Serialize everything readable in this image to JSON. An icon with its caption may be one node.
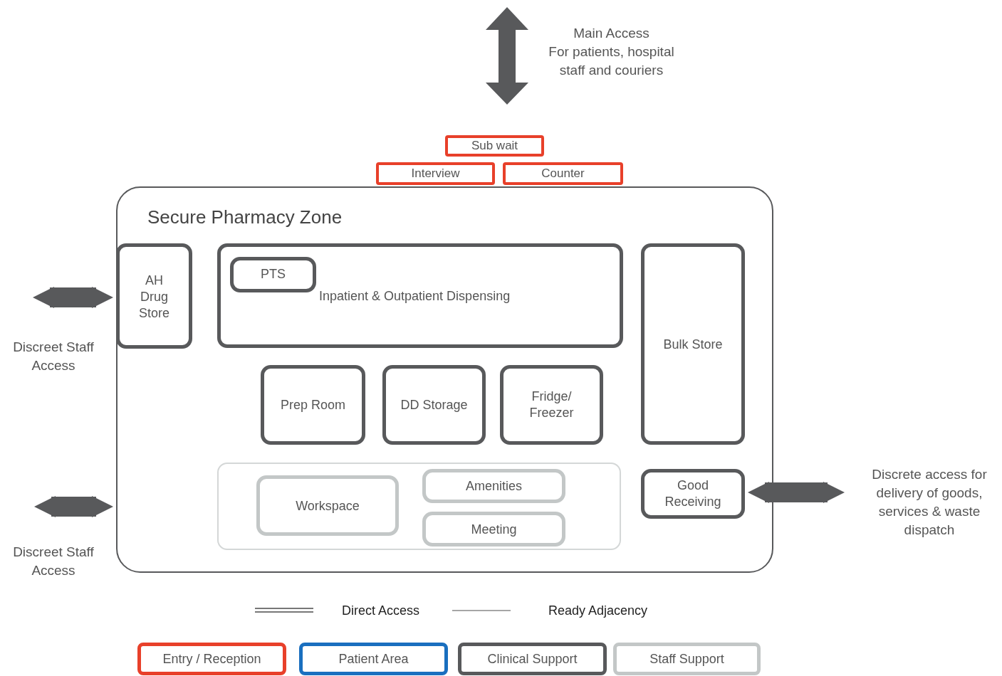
{
  "diagram": {
    "nodes": [
      {
        "text": [
          "Sub wait"
        ]
      },
      {
        "text": [
          "Interview"
        ]
      },
      {
        "text": [
          "Counter"
        ]
      },
      {
        "text": [
          "Secure Pharmacy Zone"
        ]
      },
      {
        "text": [
          "AH Drug Store"
        ],
        "in": 3
      },
      {
        "text": [
          "Inpatient & Outpatient Dispensing"
        ],
        "in": 3
      },
      {
        "text": [
          "PTS"
        ],
        "in": 5
      },
      {
        "text": [
          "Bulk Store"
        ],
        "in": 3
      },
      {
        "text": [
          "Prep Room"
        ],
        "in": 3
      },
      {
        "text": [
          "DD Storage"
        ],
        "in": 3
      },
      {
        "text": [
          "Fridge/ Freezer"
        ],
        "in": 3
      },
      {
        "text": [],
        "shape": "box",
        "in": 3
      },
      {
        "text": [
          "Workspace"
        ],
        "in": 11
      },
      {
        "text": [
          "Amenities"
        ],
        "in": 11
      },
      {
        "text": [
          "Meeting"
        ],
        "in": 11
      },
      {
        "text": [
          "Good Receiving"
        ],
        "in": 3
      }
    ],
    "edges": [
      {
        "from": null,
        "to": 4,
        "arrow": "both"
      },
      {
        "from": null,
        "to": 3,
        "arrow": "both"
      },
      {
        "from": 15,
        "to": null,
        "arrow": "both"
      }
    ],
    "labels": [
      "Main Access",
      "For patients, hospital staff and couriers",
      "Discreet Staff Access",
      "Discreet Staff Access",
      "Discrete access for delivery of goods, services & waste dispatch"
    ],
    "legend": [
      {
        "text": "Direct Access"
      },
      {
        "text": "Ready Adjacency"
      },
      {
        "text": "Entry / Reception",
        "color": "#e8402a"
      },
      {
        "text": "Patient Area",
        "color": "#1a6fbf"
      },
      {
        "text": "Clinical Support",
        "color": "#58595b"
      },
      {
        "text": "Staff Support",
        "color": "#c3c7c7"
      }
    ]
  }
}
